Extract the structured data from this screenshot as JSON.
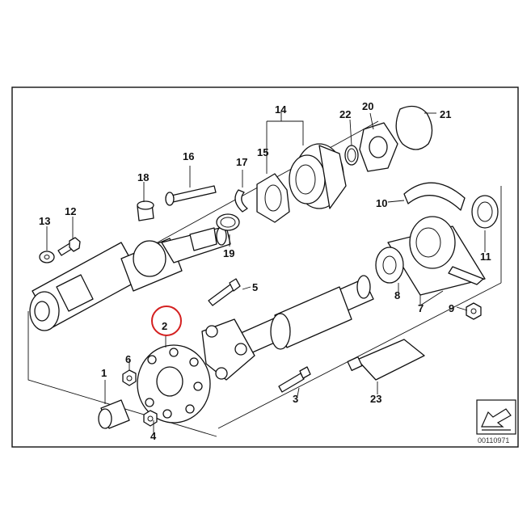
{
  "diagram": {
    "callouts": [
      "1",
      "2",
      "3",
      "4",
      "5",
      "6",
      "7",
      "8",
      "9",
      "10",
      "11",
      "12",
      "13",
      "14",
      "15",
      "16",
      "17",
      "18",
      "19",
      "20",
      "21",
      "22",
      "23"
    ],
    "selected_callout": "2",
    "highlight_color": "#d42020",
    "doc_number": "00110971",
    "icons": [
      "directional-arrow-icon"
    ]
  }
}
